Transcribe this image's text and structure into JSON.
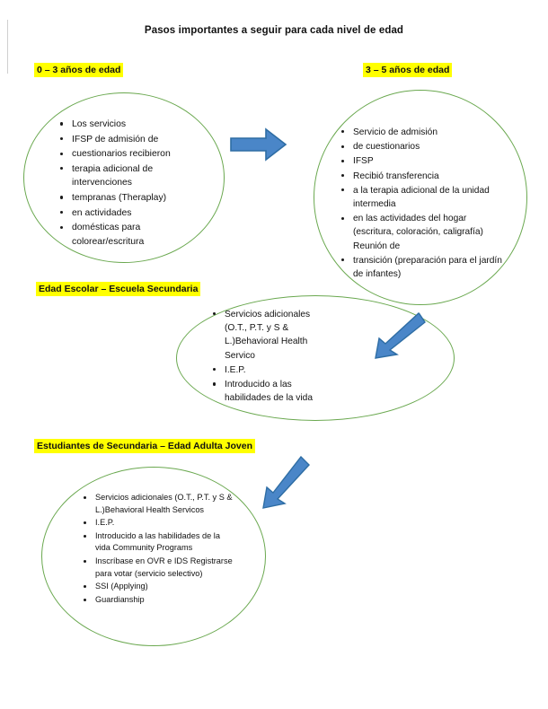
{
  "document": {
    "title": "Pasos importantes a seguir para cada nivel de edad"
  },
  "colors": {
    "ellipse_border": "#6aa84f",
    "highlight": "#ffff00",
    "arrow_fill": "#4a86c8",
    "arrow_stroke": "#2e6da4",
    "text": "#111111"
  },
  "stages": [
    {
      "id": "stage-0-3",
      "header": "0 – 3 años de edad",
      "bullets": [
        "Los servicios",
        " IFSP de admisión de",
        "cuestionarios recibieron",
        "terapia adicional de intervenciones",
        " tempranas (Theraplay)",
        "en actividades",
        "domésticas para colorear/escritura"
      ]
    },
    {
      "id": "stage-3-5",
      "header": "3 – 5 años de edad",
      "bullets": [
        "Servicio de admisión",
        "de cuestionarios",
        "IFSP",
        "Recibió transferencia",
        "a la terapia adicional de la unidad intermedia",
        "en las actividades del hogar (escritura, coloración, caligrafía) Reunión de",
        "transición (preparación para el jardín de infantes)"
      ]
    },
    {
      "id": "stage-escolar",
      "header": "Edad Escolar – Escuela Secundaria",
      "bullets": [
        "Servicios adicionales (O.T., P.T. y S & L.)Behavioral Health Servico",
        "I.E.P.",
        "Introducido a las habilidades de la vida"
      ]
    },
    {
      "id": "stage-secundaria",
      "header": "Estudiantes de Secundaria – Edad Adulta Joven",
      "bullets": [
        "Servicios adicionales (O.T., P.T. y S & L.)Behavioral Health Servicos",
        "I.E.P.",
        "Introducido a las habilidades de la vida Community Programs",
        "Inscríbase en OVR e IDS Registrarse para votar (servicio selectivo)",
        "SSI (Applying)",
        "Guardianship"
      ]
    }
  ],
  "arrows": [
    {
      "id": "arrow-0-3-to-3-5",
      "direction": "right"
    },
    {
      "id": "arrow-3-5-to-escolar",
      "direction": "down-left"
    },
    {
      "id": "arrow-escolar-to-secundaria",
      "direction": "down-left"
    }
  ]
}
